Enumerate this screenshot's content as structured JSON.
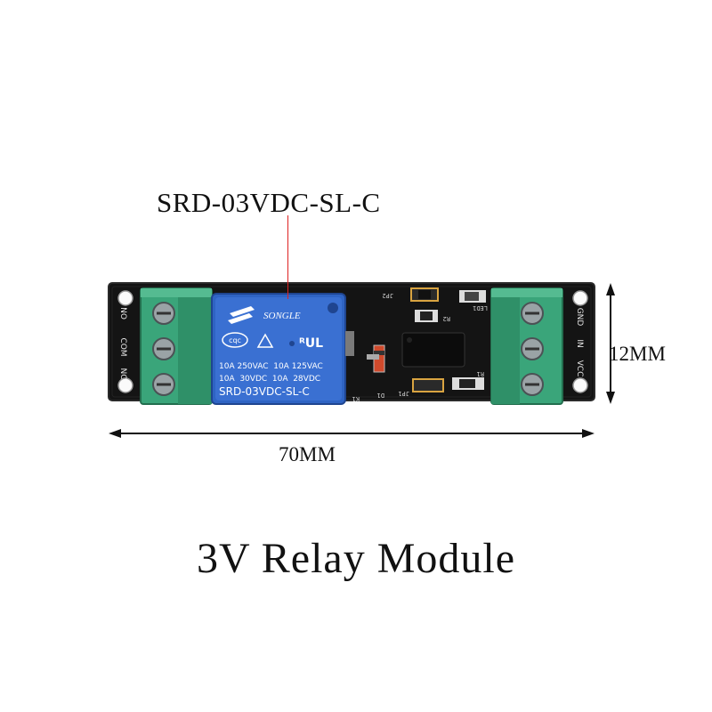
{
  "relay_part_number": "SRD-03VDC-SL-C",
  "width_label": "70MM",
  "height_label": "12MM",
  "caption": "3V Relay Module",
  "relay": {
    "brand": "SONGLE",
    "cert_logo": "cqc",
    "rating_line_1": "10A 250VAC  10A 125VAC",
    "rating_line_2": "10A  30VDC  10A  28VDC",
    "model": "SRD-03VDC-SL-C"
  },
  "left_terminal_labels": [
    "NO",
    "COM",
    "NC"
  ],
  "right_terminal_labels": [
    "GND",
    "IN",
    "VCC"
  ],
  "silkscreen": [
    "JP2",
    "R2",
    "LED1",
    "R1",
    "JP1",
    "D1",
    "K1"
  ],
  "colors": {
    "pcb": "#151515",
    "terminal": "#3aa57a",
    "relay": "#2f64c4",
    "callout_line": "#dd2222"
  }
}
